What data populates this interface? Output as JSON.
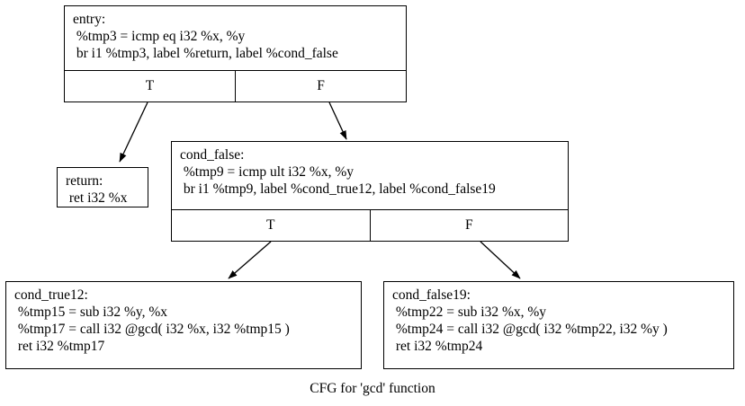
{
  "graph": {
    "caption": "CFG for 'gcd' function",
    "edge_color": "#000000",
    "node_border_color": "#000000",
    "background_color": "#ffffff",
    "text_color": "#000000"
  },
  "nodes": {
    "entry": {
      "label": "entry",
      "lines": [
        "entry:",
        " %tmp3 = icmp eq i32 %x, %y",
        " br i1 %tmp3, label %return, label %cond_false"
      ],
      "ports": [
        {
          "id": "T",
          "label": "T"
        },
        {
          "id": "F",
          "label": "F"
        }
      ]
    },
    "return": {
      "label": "return",
      "lines": [
        "return:",
        " ret i32 %x"
      ],
      "ports": []
    },
    "cond_false": {
      "label": "cond_false",
      "lines": [
        "cond_false:",
        " %tmp9 = icmp ult i32 %x, %y",
        " br i1 %tmp9, label %cond_true12, label %cond_false19"
      ],
      "ports": [
        {
          "id": "T",
          "label": "T"
        },
        {
          "id": "F",
          "label": "F"
        }
      ]
    },
    "cond_true12": {
      "label": "cond_true12",
      "lines": [
        "cond_true12:",
        " %tmp15 = sub i32 %y, %x",
        " %tmp17 = call i32 @gcd( i32 %x, i32 %tmp15 )",
        " ret i32 %tmp17"
      ],
      "ports": []
    },
    "cond_false19": {
      "label": "cond_false19",
      "lines": [
        "cond_false19:",
        " %tmp22 = sub i32 %x, %y",
        " %tmp24 = call i32 @gcd( i32 %tmp22, i32 %y )",
        " ret i32 %tmp24"
      ],
      "ports": []
    }
  },
  "edges": [
    {
      "from": "entry",
      "port": "T",
      "to": "return"
    },
    {
      "from": "entry",
      "port": "F",
      "to": "cond_false"
    },
    {
      "from": "cond_false",
      "port": "T",
      "to": "cond_true12"
    },
    {
      "from": "cond_false",
      "port": "F",
      "to": "cond_false19"
    }
  ]
}
